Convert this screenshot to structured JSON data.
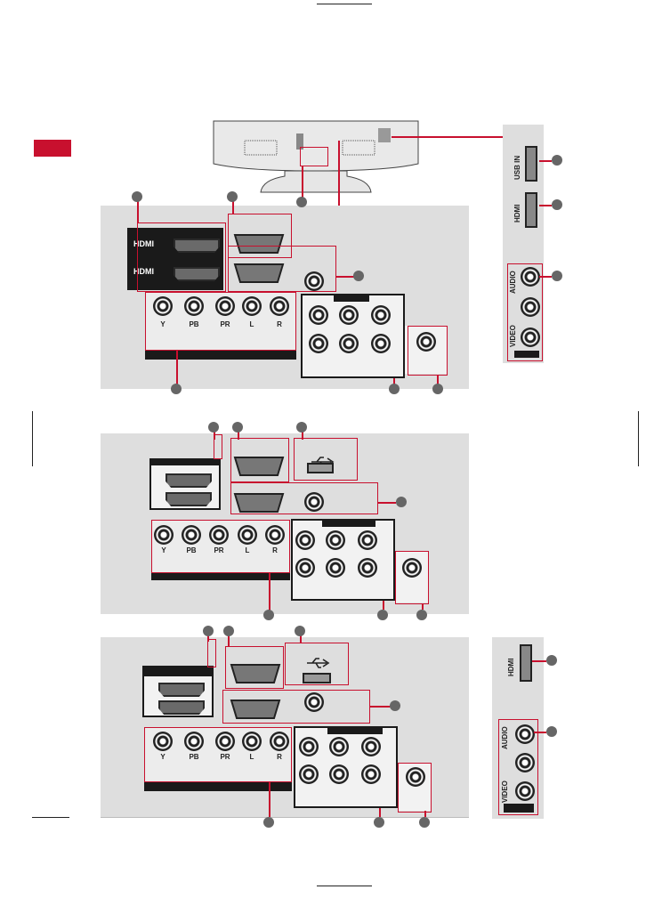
{
  "colors": {
    "accent_red": "#c8102e",
    "panel_gray": "#dedede",
    "dark": "#1a1a1a"
  },
  "labels": {
    "hdmi": "HDMI",
    "component": [
      "Y",
      "PB",
      "PR",
      "L",
      "R"
    ],
    "side_usb": "USB IN",
    "side_hdmi": "HDMI",
    "side_audio": "AUDIO",
    "side_video": "VIDEO"
  },
  "icons": [
    "usb-icon",
    "hdmi-port-icon",
    "rgb-port-icon",
    "rca-jack-icon"
  ]
}
